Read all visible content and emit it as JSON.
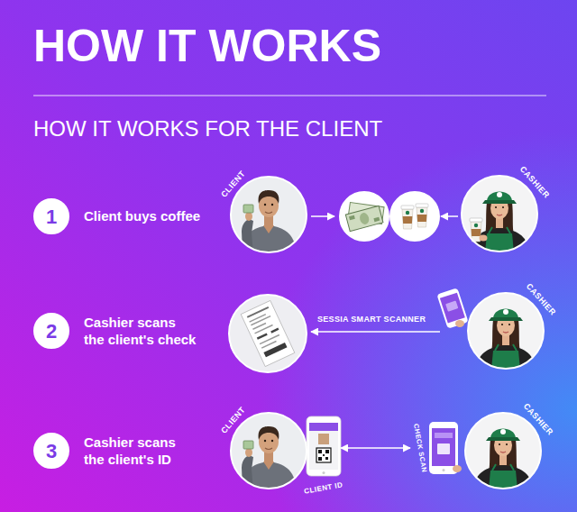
{
  "diagram": {
    "title": "HOW IT WORKS",
    "nodes": [
      {
        "text": [
          "1"
        ]
      },
      {
        "text": [
          "CLIENT"
        ]
      },
      {
        "text": [
          "CASHIER"
        ]
      },
      {
        "text": [
          "2"
        ]
      },
      {
        "text": [
          "CASHIER"
        ]
      },
      {
        "text": [
          "3"
        ]
      },
      {
        "text": [
          "CLIENT"
        ]
      },
      {
        "text": [
          "CLIENT ID"
        ]
      },
      {
        "text": [
          "CHECK SCAN"
        ]
      },
      {
        "text": [
          "CASHIER"
        ]
      }
    ],
    "edges": [
      {
        "from": 7,
        "to": 8,
        "arrow": "both"
      }
    ],
    "labels": [
      "HOW IT WORKS FOR THE CLIENT",
      "Client buys coffee",
      "Cashier scans the client's check",
      "SESSIA SMART SCANNER",
      "Cashier scans the client's ID"
    ]
  }
}
